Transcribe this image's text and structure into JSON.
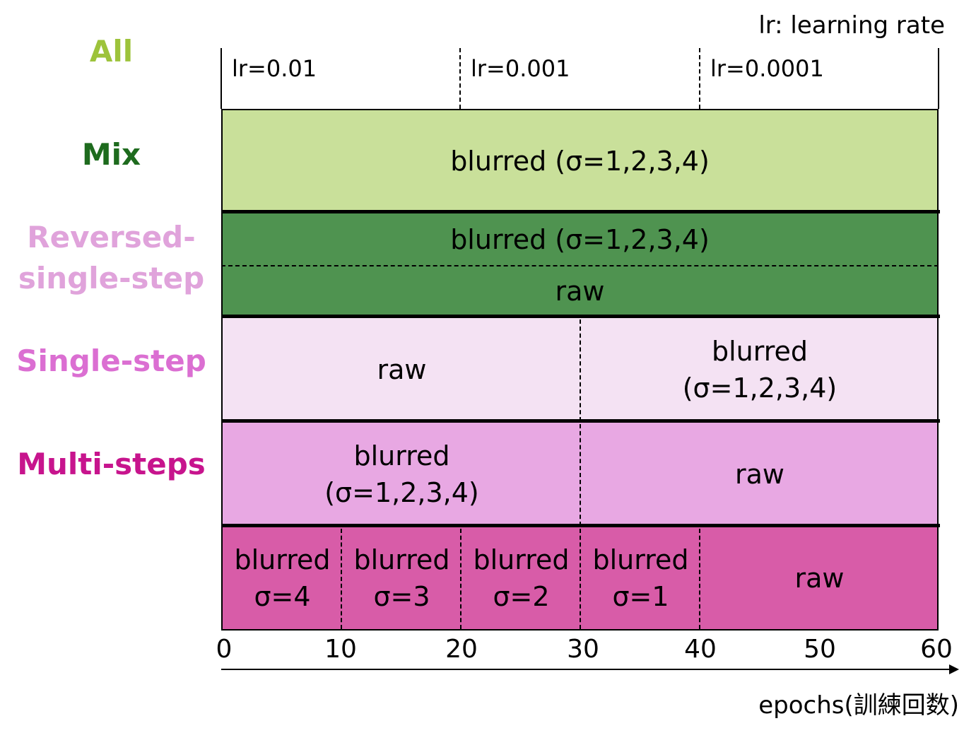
{
  "legend": "lr: learning rate",
  "lr_phases": [
    "lr=0.01",
    "lr=0.001",
    "lr=0.0001"
  ],
  "rows": {
    "all": {
      "label": "All",
      "color": "#9DC33B",
      "fill": "#C9E09A",
      "cell": "blurred (σ=1,2,3,4)"
    },
    "mix": {
      "label": "Mix",
      "color": "#1E6B1E",
      "fill": "#4F9350",
      "top": "blurred (σ=1,2,3,4)",
      "bottom": "raw"
    },
    "reversed": {
      "label_line1": "Reversed-",
      "label_line2": "single-step",
      "color": "#E0A3DB",
      "fill": "#F4E2F3",
      "left": "raw",
      "right_line1": "blurred",
      "right_line2": "(σ=1,2,3,4)"
    },
    "single": {
      "label": "Single-step",
      "color": "#DB6FD2",
      "fill": "#E8A8E3",
      "left_line1": "blurred",
      "left_line2": "(σ=1,2,3,4)",
      "right": "raw"
    },
    "multi": {
      "label": "Multi-steps",
      "color": "#C7148D",
      "fill": "#D85CA8",
      "cells": [
        {
          "line1": "blurred",
          "line2": "σ=4"
        },
        {
          "line1": "blurred",
          "line2": "σ=3"
        },
        {
          "line1": "blurred",
          "line2": "σ=2"
        },
        {
          "line1": "blurred",
          "line2": "σ=1"
        },
        {
          "line1": "raw",
          "line2": ""
        }
      ]
    }
  },
  "axis": {
    "ticks": [
      "0",
      "10",
      "20",
      "30",
      "40",
      "50",
      "60"
    ],
    "label": "epochs(訓練回数)"
  }
}
